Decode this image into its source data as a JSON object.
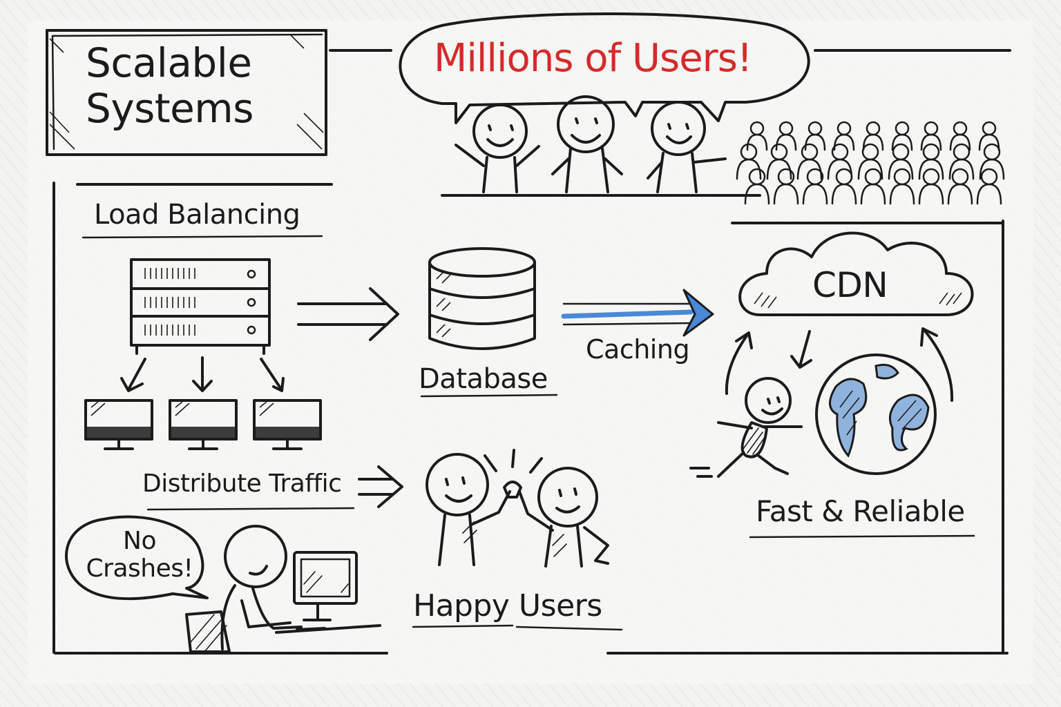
{
  "title": {
    "line1": "Scalable",
    "line2": "Systems"
  },
  "banner": {
    "text": "Millions of Users!"
  },
  "labels": {
    "load_balancing": "Load Balancing",
    "database": "Database",
    "caching": "Caching",
    "cdn": "CDN",
    "distribute_traffic": "Distribute Traffic",
    "happy_users": "Happy Users",
    "fast_reliable": "Fast & Reliable",
    "no_crashes_1": "No",
    "no_crashes_2": "Crashes!"
  },
  "colors": {
    "ink": "#1b1b1b",
    "banner_red": "#d42a2a",
    "caching_arrow_blue": "#4a88d8",
    "globe_blue": "#8fb3dd",
    "paper": "#f3f3f1"
  },
  "icons": [
    "server-rack-icon",
    "database-cylinder-icon",
    "cloud-icon",
    "globe-icon",
    "monitor-icon",
    "stick-figure-icon",
    "crowd-icon",
    "speech-bubble-icon",
    "arrow-icon"
  ]
}
